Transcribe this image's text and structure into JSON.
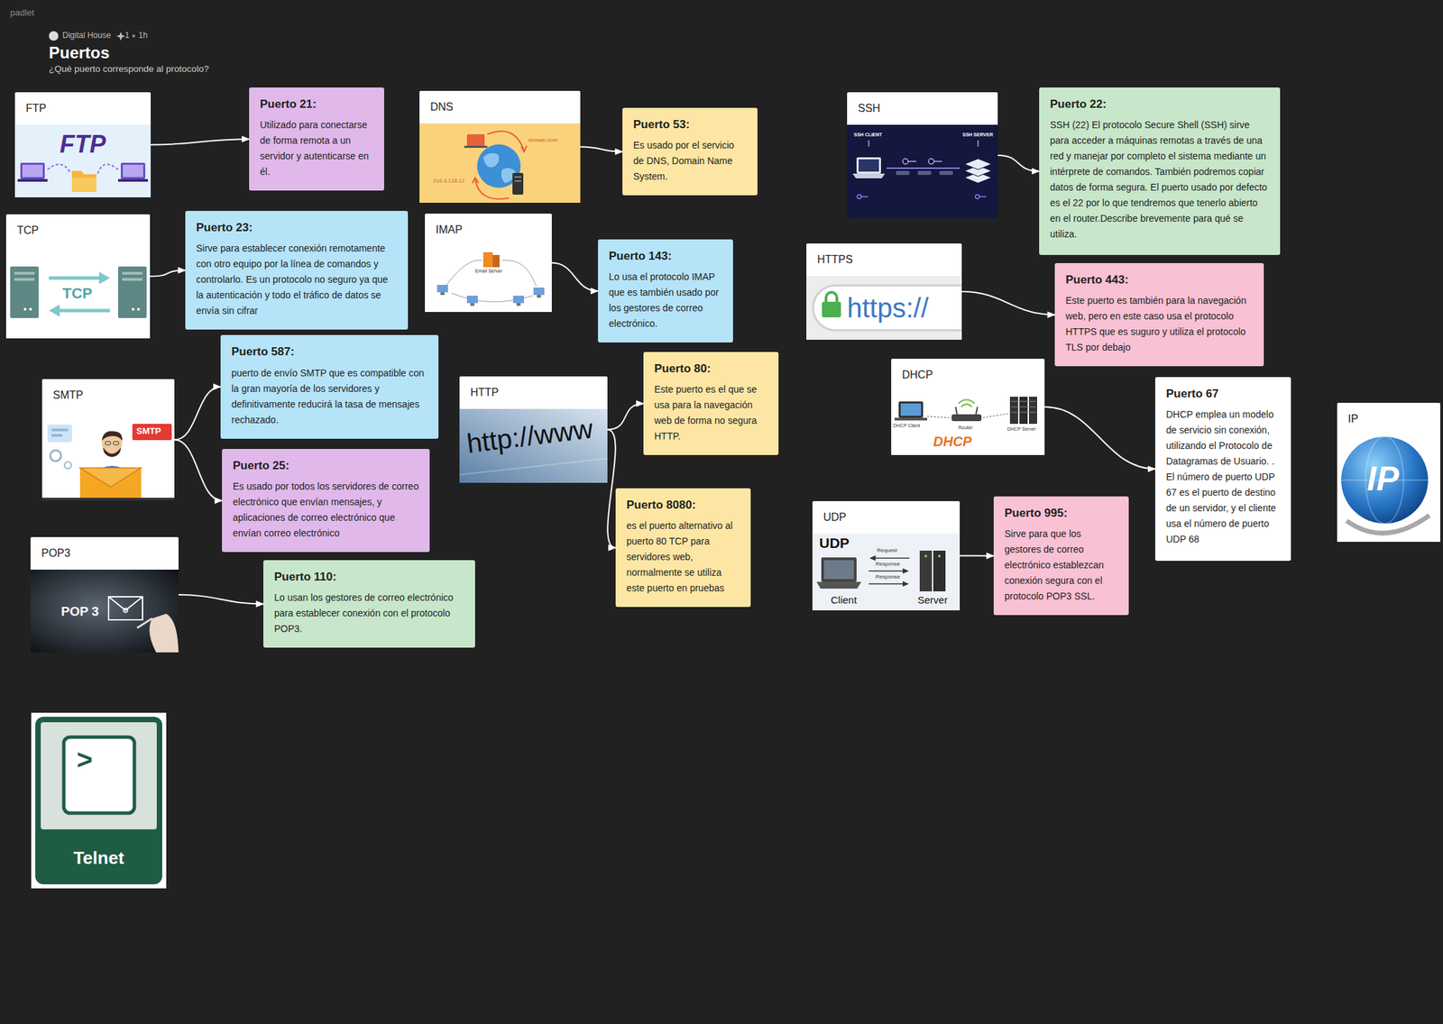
{
  "diagram": {
    "title": "Puertos",
    "caption": "¿Qué puerto corresponde al protocolo?",
    "nodes": [
      {
        "text": [
          "FTP"
        ]
      },
      {
        "text": [
          "Puerto 21:",
          "Utilizado para conectarse de forma remota a un servidor y autenticarse en él."
        ]
      },
      {
        "text": [
          "DNS"
        ]
      },
      {
        "text": [
          "Puerto 53:",
          "Es usado por el servicio de DNS, Domain Name System."
        ]
      },
      {
        "text": [
          "SSH"
        ]
      },
      {
        "text": [
          "Puerto 22:",
          "SSH (22) El protocolo Secure Shell (SSH) sirve para acceder a máquinas remotas a través de una red y manejar por completo el sistema mediante un intérprete de comandos. También podremos copiar datos de forma segura. El puerto usado por defecto es el 22 por lo que tendremos que tenerlo abierto en el router.Describe brevemente para qué se utiliza."
        ]
      },
      {
        "text": [
          "TCP"
        ]
      },
      {
        "text": [
          "Puerto 23:",
          "Sirve para establecer conexión remotamente con otro equipo por la línea de comandos y controlarlo. Es un protocolo no seguro ya que la autenticación y todo el tráfico de datos se envía sin cifrar"
        ]
      },
      {
        "text": [
          "IMAP"
        ]
      },
      {
        "text": [
          "Puerto 143:",
          "Lo usa el protocolo IMAP que es también usado por los gestores de correo electrónico."
        ]
      },
      {
        "text": [
          "HTTPS"
        ]
      },
      {
        "text": [
          "Puerto 443:",
          "Este puerto es también para la navegación web, pero en este caso usa el protocolo HTTPS que es suguro y utiliza el protocolo TLS por debajo"
        ]
      },
      {
        "text": [
          "Puerto 587:",
          "puerto de envío SMTP que es compatible con la gran mayoría de los servidores y definitivamente reducirá la tasa de mensajes rechazado."
        ]
      },
      {
        "text": [
          "SMTP"
        ]
      },
      {
        "text": [
          "HTTP"
        ]
      },
      {
        "text": [
          "Puerto 80:",
          "Este puerto es el que se usa para la navegación web de forma no segura HTTP."
        ]
      },
      {
        "text": [
          "DHCP"
        ]
      },
      {
        "text": [
          "Puerto 67",
          "DHCP emplea un modelo de servicio sin conexión, utilizando el Protocolo de Datagramas de Usuario. . El número de puerto UDP 67 es el puerto de destino de un servidor, y el cliente usa el número de puerto UDP 68"
        ]
      },
      {
        "text": [
          "IP"
        ]
      },
      {
        "text": [
          "Puerto 25:",
          "Es usado por todos los servidores de correo electrónico que envían mensajes, y aplicaciones de correo electrónico que envían correo electrónico"
        ]
      },
      {
        "text": [
          "Puerto 8080:",
          "es el puerto alternativo al puerto 80 TCP para servidores web, normalmente se utiliza este puerto en pruebas"
        ]
      },
      {
        "text": [
          "UDP"
        ]
      },
      {
        "text": [
          "Puerto 995:",
          "Sirve para que los gestores de correo electrónico establezcan conexión segura con el protocolo POP3 SSL."
        ]
      },
      {
        "text": [
          "POP3"
        ]
      },
      {
        "text": [
          "Puerto 110:",
          "Lo usan los gestores de correo electrónico para establecer conexión con el protocolo POP3."
        ]
      },
      {
        "text": [
          "Telnet"
        ]
      }
    ],
    "edges": [
      {
        "from": 0,
        "to": 1,
        "arrow": "to"
      },
      {
        "from": 2,
        "to": 3,
        "arrow": "to"
      },
      {
        "from": 4,
        "to": 5,
        "arrow": "to"
      },
      {
        "from": 6,
        "to": 7,
        "arrow": "to"
      },
      {
        "from": 8,
        "to": 9,
        "arrow": "to"
      },
      {
        "from": 10,
        "to": 11,
        "arrow": "to"
      },
      {
        "from": 13,
        "to": 12,
        "arrow": "to"
      },
      {
        "from": 13,
        "to": 19,
        "arrow": "to"
      },
      {
        "from": 14,
        "to": 15,
        "arrow": "to"
      },
      {
        "from": 14,
        "to": 20,
        "arrow": "to"
      },
      {
        "from": 16,
        "to": 17,
        "arrow": "to"
      },
      {
        "from": 21,
        "to": 22,
        "arrow": "to"
      },
      {
        "from": 23,
        "to": 24,
        "arrow": "to"
      }
    ],
    "labels": [
      "padlet",
      "Digital House",
      "1",
      "1h",
      "FTP",
      "domain.com",
      "216.3.128.12",
      "SSH CLIENT",
      "SSH SERVER",
      "TCP",
      "Email Server",
      "https://",
      "SMTP",
      "http://www",
      "DHCP",
      "DHCP Client",
      "Router",
      "DHCP Server",
      "IP",
      "UDP",
      "Request",
      "Response",
      "Response",
      "Client",
      "Server",
      "POP 3",
      ">"
    ]
  }
}
